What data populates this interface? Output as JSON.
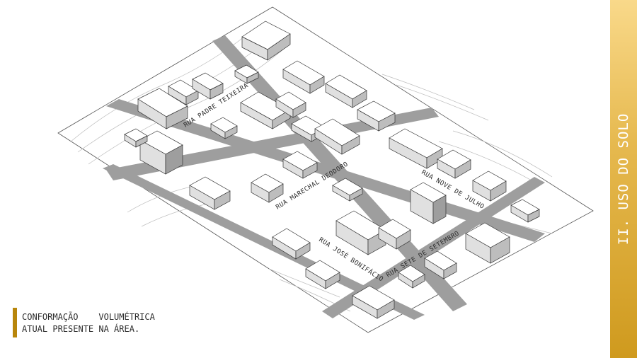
{
  "side_title": "II. USO DO SOLO",
  "caption": {
    "line1": "CONFORMAÇÃO    VOLUMÉTRICA",
    "line2": "ATUAL PRESENTE NA ÁREA."
  },
  "streets": {
    "padre_teixeira": "RUA PADRE TEIXEIRA",
    "marechal_deodoro": "RUA MARECHAL DEODORO",
    "jose_bonifacio": "RUA JOSÉ BONIFÁCIO",
    "nove_de_julho": "RUA NOVE DE JULHO",
    "sete_de_setembro": "RUA SETE DE SETEMBRO"
  },
  "colors": {
    "road": "#9e9e9e",
    "accent": "#b8860b",
    "band_top": "#f9d98a",
    "band_bottom": "#cf9a1e"
  }
}
